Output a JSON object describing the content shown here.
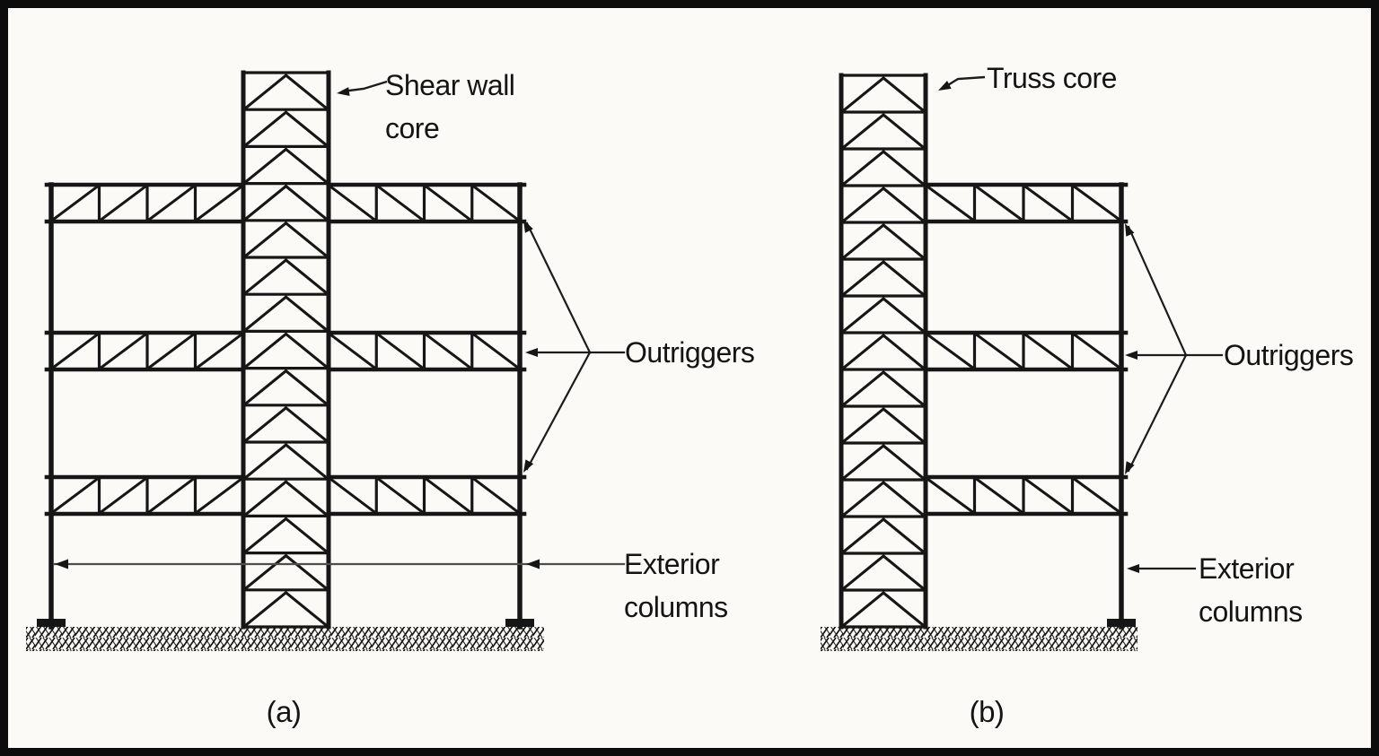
{
  "figure_a": {
    "caption": "(a)",
    "core_label": "Shear wall core",
    "outriggers_label": "Outriggers",
    "exterior_columns_label": "Exterior columns"
  },
  "figure_b": {
    "caption": "(b)",
    "core_label": "Truss core",
    "outriggers_label": "Outriggers",
    "exterior_columns_label": "Exterior columns"
  },
  "colors": {
    "ink": "#161616",
    "background": "#fbfaf7",
    "leader": "#1c1c1c",
    "dimension_line": "#4d4d4d"
  }
}
